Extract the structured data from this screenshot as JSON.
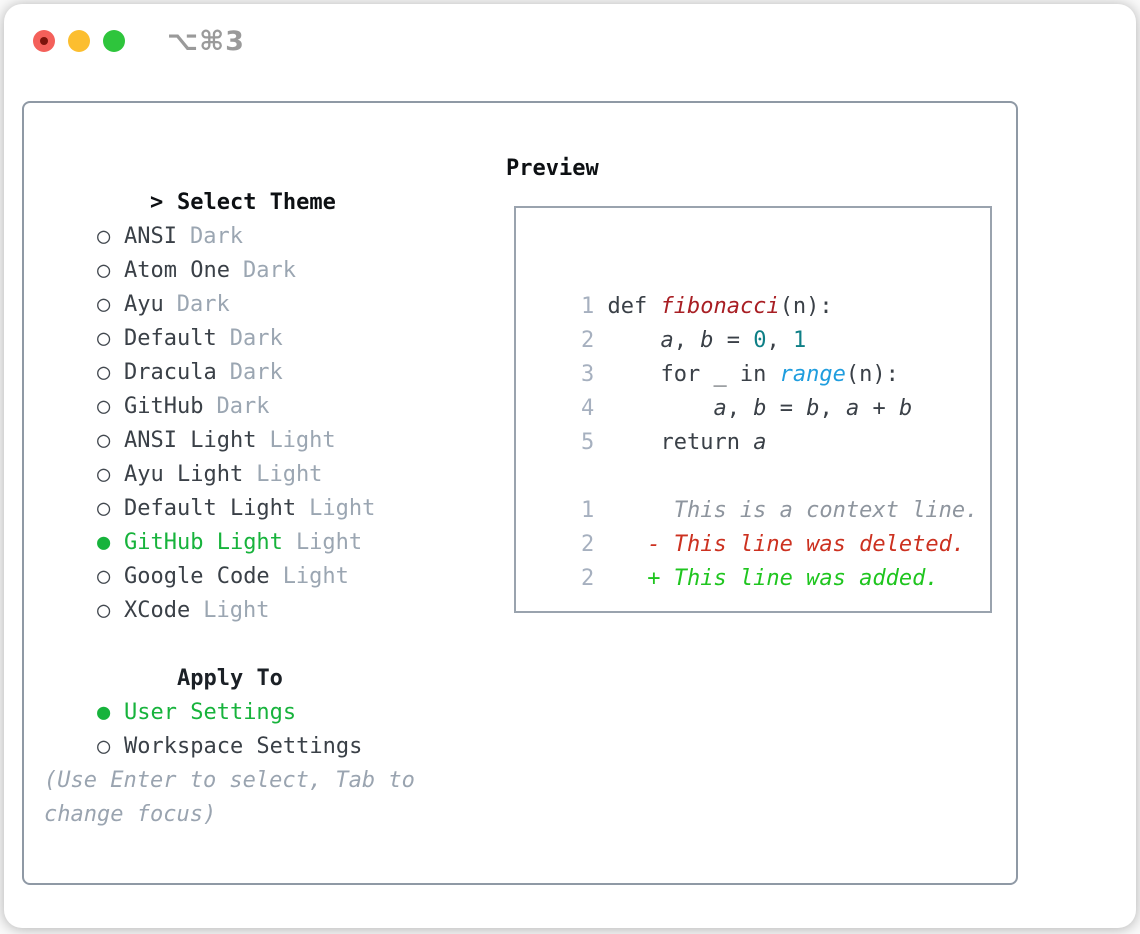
{
  "window": {
    "title": "⌥⌘3"
  },
  "icons": {
    "radio_unselected": "○",
    "radio_selected": "●",
    "header_arrow": ">",
    "deleted_marker": "-",
    "added_marker": "+"
  },
  "colors": {
    "selected_green": "#17b33c",
    "added_green": "#1fc51f",
    "deleted_red": "#cc3120",
    "function_red": "#a81e23",
    "number_teal": "#0e7f86",
    "builtin_blue": "#1f9dde",
    "muted_tag": "#9ba6b2",
    "panel_border": "#8f99a5",
    "traffic_red": "#f4605a",
    "traffic_yellow": "#fcbe2f",
    "traffic_green": "#2ec53c"
  },
  "theme_panel": {
    "header": {
      "prefix": ">",
      "label": "Select Theme"
    },
    "themes": [
      {
        "name": "ANSI",
        "tag": "Dark",
        "selected": false
      },
      {
        "name": "Atom One",
        "tag": "Dark",
        "selected": false
      },
      {
        "name": "Ayu",
        "tag": "Dark",
        "selected": false
      },
      {
        "name": "Default",
        "tag": "Dark",
        "selected": false
      },
      {
        "name": "Dracula",
        "tag": "Dark",
        "selected": false
      },
      {
        "name": "GitHub",
        "tag": "Dark",
        "selected": false
      },
      {
        "name": "ANSI Light",
        "tag": "Light",
        "selected": false
      },
      {
        "name": "Ayu Light",
        "tag": "Light",
        "selected": false
      },
      {
        "name": "Default Light",
        "tag": "Light",
        "selected": false
      },
      {
        "name": "GitHub Light",
        "tag": "Light",
        "selected": true
      },
      {
        "name": "Google Code",
        "tag": "Light",
        "selected": false
      },
      {
        "name": "XCode",
        "tag": "Light",
        "selected": false
      }
    ],
    "apply_to": {
      "label": "Apply To",
      "options": [
        {
          "name": "User Settings",
          "selected": true
        },
        {
          "name": "Workspace Settings",
          "selected": false
        }
      ]
    },
    "hint": "(Use Enter to select, Tab to change focus)"
  },
  "preview": {
    "label": "Preview",
    "lines": [
      {
        "n": "1",
        "tokens": [
          {
            "t": "def ",
            "s": "plain"
          },
          {
            "t": "fibonacci",
            "s": "func"
          },
          {
            "t": "(n):",
            "s": "plain"
          }
        ]
      },
      {
        "n": "2",
        "tokens": [
          {
            "t": "    ",
            "s": "plain"
          },
          {
            "t": "a",
            "s": "var"
          },
          {
            "t": ", ",
            "s": "plain"
          },
          {
            "t": "b",
            "s": "var"
          },
          {
            "t": " = ",
            "s": "plain"
          },
          {
            "t": "0",
            "s": "num"
          },
          {
            "t": ", ",
            "s": "plain"
          },
          {
            "t": "1",
            "s": "num"
          }
        ]
      },
      {
        "n": "3",
        "tokens": [
          {
            "t": "    for _ in ",
            "s": "plain"
          },
          {
            "t": "range",
            "s": "builtin"
          },
          {
            "t": "(n):",
            "s": "plain"
          }
        ]
      },
      {
        "n": "4",
        "tokens": [
          {
            "t": "        ",
            "s": "plain"
          },
          {
            "t": "a",
            "s": "var"
          },
          {
            "t": ", ",
            "s": "plain"
          },
          {
            "t": "b",
            "s": "var"
          },
          {
            "t": " = ",
            "s": "plain"
          },
          {
            "t": "b",
            "s": "var"
          },
          {
            "t": ", ",
            "s": "plain"
          },
          {
            "t": "a",
            "s": "var"
          },
          {
            "t": " + ",
            "s": "plain"
          },
          {
            "t": "b",
            "s": "var"
          }
        ]
      },
      {
        "n": "5",
        "tokens": [
          {
            "t": "    return ",
            "s": "plain"
          },
          {
            "t": "a",
            "s": "var"
          }
        ]
      },
      {
        "n": "",
        "tokens": []
      },
      {
        "n": "1",
        "tokens": [
          {
            "t": "     This is a context line.",
            "s": "context"
          }
        ]
      },
      {
        "n": "2",
        "tokens": [
          {
            "t": "   - This line was deleted.",
            "s": "deleted"
          }
        ]
      },
      {
        "n": "2",
        "tokens": [
          {
            "t": "   + This line was added.",
            "s": "added"
          }
        ]
      }
    ]
  }
}
